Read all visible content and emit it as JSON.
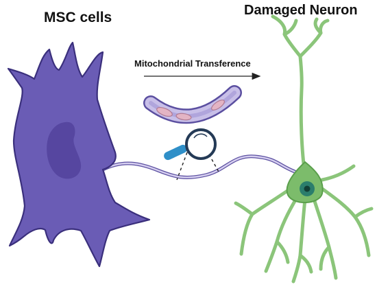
{
  "labels": {
    "msc": "MSC cells",
    "neuron": "Damaged Neuron",
    "transfer": "Mitochondrial Transference"
  },
  "icons": {
    "msc": "msc-cell-icon",
    "neuron": "neuron-icon",
    "tube": "tunneling-nanotube-icon",
    "magnifier": "magnifier-icon",
    "mitochondria": "mitochondrion-icon",
    "arrow": "arrow-right-icon"
  },
  "colors": {
    "msc_fill": "#6a5cb5",
    "msc_nucleus": "#5646a0",
    "neuron": "#8bc57a",
    "neuron_body": "#7cbc6b",
    "neuron_nucleus": "#2b7e6c",
    "tube": "#a89bd6",
    "magnifier_handle": "#2f8fc8",
    "text": "#111111"
  }
}
